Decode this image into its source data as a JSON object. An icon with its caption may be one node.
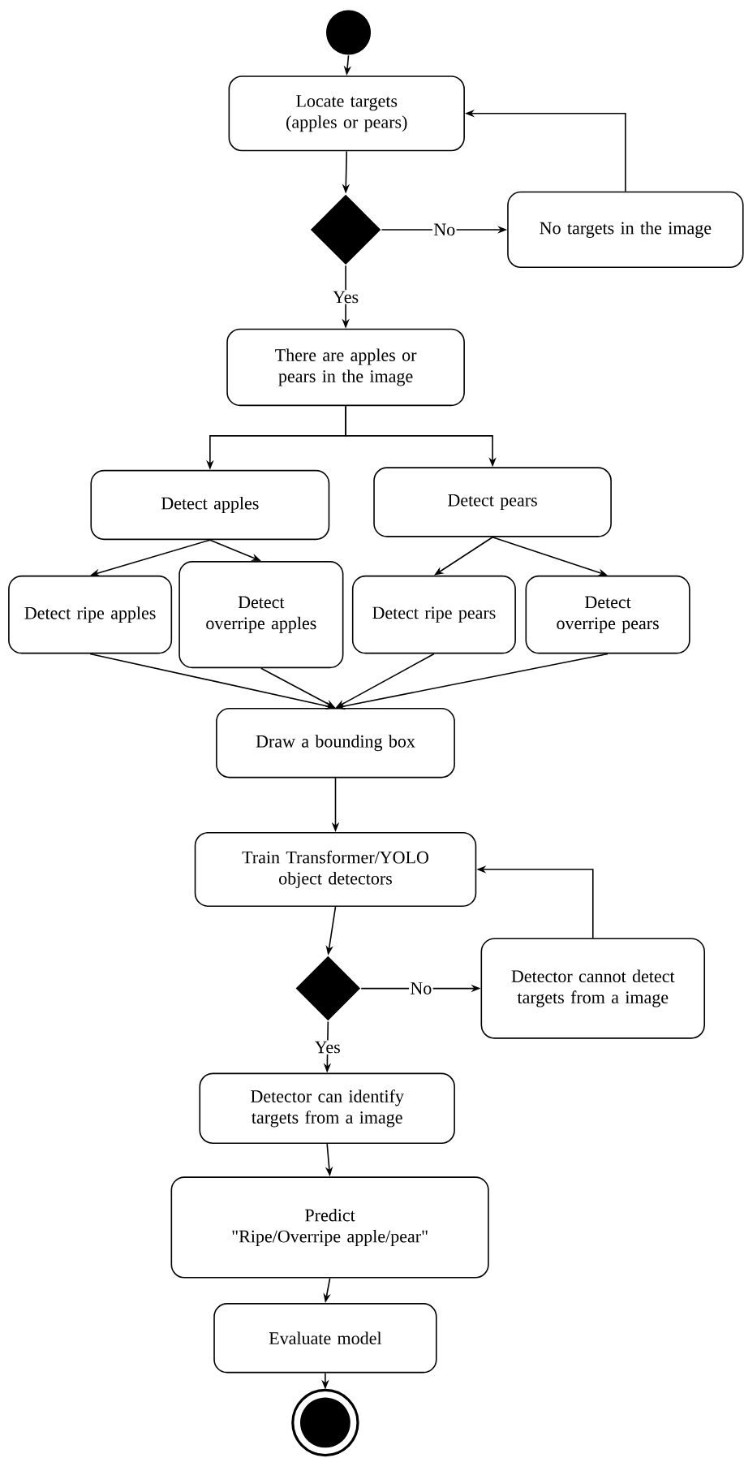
{
  "diagram": {
    "nodes": [
      {
        "text": [],
        "shape": "circle"
      },
      {
        "text": [
          "Locate targets (apples or pears)"
        ]
      },
      {
        "text": [],
        "shape": "diamond"
      },
      {
        "text": [
          "No targets in the image"
        ]
      },
      {
        "text": [
          "There are apples or pears in the image"
        ]
      },
      {
        "text": [
          "Detect apples"
        ]
      },
      {
        "text": [
          "Detect pears"
        ]
      },
      {
        "text": [
          "Detect ripe apples"
        ]
      },
      {
        "text": [
          "Detect overripe apples"
        ]
      },
      {
        "text": [
          "Detect ripe pears"
        ]
      },
      {
        "text": [
          "Detect overripe pears"
        ]
      },
      {
        "text": [
          "Draw a bounding box"
        ]
      },
      {
        "text": [
          "Train Transformer/YOLO object detectors"
        ]
      },
      {
        "text": [],
        "shape": "diamond"
      },
      {
        "text": [
          "Detector cannot detect targets from a image"
        ]
      },
      {
        "text": [
          "Detector can identify targets from a image"
        ]
      },
      {
        "text": [
          "Predict",
          "\"Ripe/Overripe apple/pear\""
        ]
      },
      {
        "text": [
          "Evaluate model"
        ]
      },
      {
        "text": [],
        "shape": "bullseye"
      }
    ],
    "edges": [
      {
        "from": 0,
        "to": 1,
        "arrow": "to"
      },
      {
        "from": 1,
        "to": 2,
        "arrow": "to"
      },
      {
        "from": 2,
        "to": 3,
        "arrow": "to",
        "label": "No"
      },
      {
        "from": 3,
        "to": 1,
        "arrow": "to"
      },
      {
        "from": 2,
        "to": 4,
        "arrow": "to",
        "label": "Yes"
      },
      {
        "from": 4,
        "to": 5,
        "arrow": "to"
      },
      {
        "from": 4,
        "to": 6,
        "arrow": "to"
      },
      {
        "from": 5,
        "to": 7,
        "arrow": "to"
      },
      {
        "from": 5,
        "to": 8,
        "arrow": "to"
      },
      {
        "from": 6,
        "to": 9,
        "arrow": "to"
      },
      {
        "from": 6,
        "to": 10,
        "arrow": "to"
      },
      {
        "from": 7,
        "to": 11,
        "arrow": "to"
      },
      {
        "from": 8,
        "to": 11,
        "arrow": "to"
      },
      {
        "from": 9,
        "to": 11,
        "arrow": "to"
      },
      {
        "from": 10,
        "to": 11,
        "arrow": "to"
      },
      {
        "from": 11,
        "to": 12,
        "arrow": "to"
      },
      {
        "from": 12,
        "to": 13,
        "arrow": "to"
      },
      {
        "from": 13,
        "to": 14,
        "arrow": "to",
        "label": "No"
      },
      {
        "from": 14,
        "to": 12,
        "arrow": "to"
      },
      {
        "from": 13,
        "to": 15,
        "arrow": "to",
        "label": "Yes"
      },
      {
        "from": 15,
        "to": 16,
        "arrow": "to"
      },
      {
        "from": 16,
        "to": 17,
        "arrow": "to"
      },
      {
        "from": 17,
        "to": 18,
        "arrow": "to"
      }
    ]
  }
}
